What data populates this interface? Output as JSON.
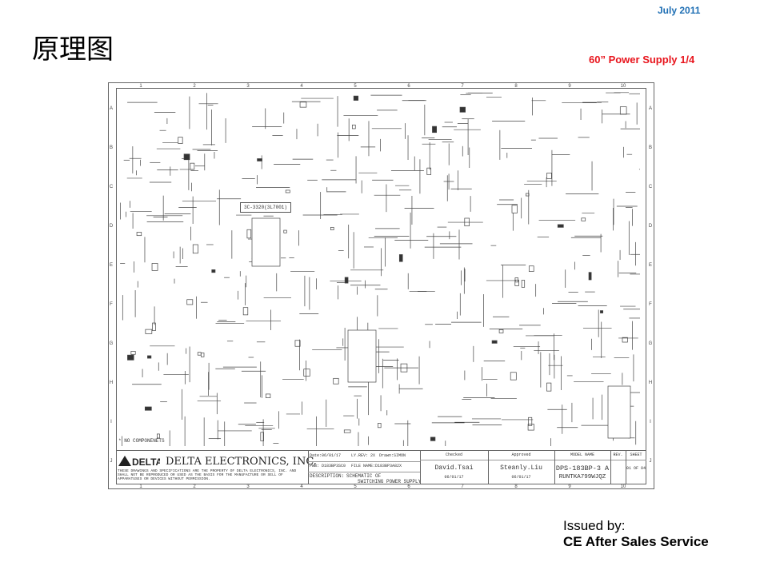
{
  "header": {
    "date": "July 2011",
    "title": "原理图",
    "subtitle": "60” Power Supply 1/4"
  },
  "schematic": {
    "columns": [
      "1",
      "2",
      "3",
      "4",
      "5",
      "6",
      "7",
      "8",
      "9",
      "10"
    ],
    "rows": [
      "A",
      "B",
      "C",
      "D",
      "E",
      "F",
      "G",
      "H",
      "I",
      "J"
    ],
    "note": "* NO COMPONENETS",
    "part_label": "3C-3320(3L7001)",
    "title_block": {
      "company": "DELTA ELECTRONICS, INC.",
      "logo_text": "DELTA",
      "disclaimer": "THESE DRAWINGS AND SPECIFICATIONS ARE THE PROPERTY OF DELTA ELECTRONICS, INC. AND SHALL NOT BE REPRODUCED OR USED AS THE BASIS FOR THE MANUFACTURE OR SELL OF APPARATUSES OR DEVICES WITHOUT PERMISSION.",
      "date": "Date:06/01/17",
      "ly_rev": "LY.REV: 2X",
      "drawn": "Drawn:SIMON",
      "pwb": "PWB: D183BP3SC0",
      "file_name": "FILE NAME:D183BP3A82X",
      "description_label": "DESCRIPTION:",
      "description_line1": "SCHEMATIC OF",
      "description_line2": "SWITCHING POWER SUPPLY",
      "checked_label": "Checked",
      "checked_name": "David.Tsai",
      "checked_date": "06/01/17",
      "approved_label": "Approved",
      "approved_name": "Steanly.Liu",
      "approved_date": "06/01/17",
      "model_label": "MODEL NAME",
      "model_name": "DPS-183BP-3 A",
      "model_code": "RUNTKA799WJQZ",
      "rev_label": "REV.",
      "sheet_label": "SHEET",
      "sheet_value": "01 OF 04"
    }
  },
  "footer": {
    "issued_by": "Issued by:",
    "issuer": "CE After Sales Service"
  }
}
